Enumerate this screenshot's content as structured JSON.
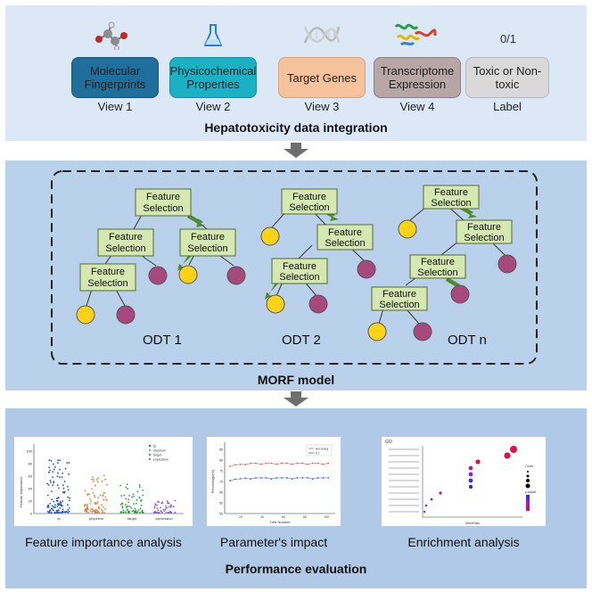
{
  "views": [
    {
      "icon": "molecule-icon",
      "title": "Molecular Fingerprints",
      "label": "View 1",
      "color": "#1f6f9c"
    },
    {
      "icon": "flask-icon",
      "title": "Physicochemical Properties",
      "label": "View 2",
      "color": "#1ab1c4"
    },
    {
      "icon": "dna-icon",
      "title": "Target Genes",
      "label": "View 3",
      "color": "#f7c39c"
    },
    {
      "icon": "protein-icon",
      "title": "Transcriptome Expression",
      "label": "View 4",
      "color": "#b8a5a5"
    },
    {
      "icon_text": "0/1",
      "title": "Toxic or Non-toxic",
      "label": "Label",
      "color": "#d9d9d9"
    }
  ],
  "sections": {
    "integration_title": "Hepatotoxicity data integration",
    "model_title": "MORF model",
    "evaluation_title": "Performance evaluation"
  },
  "forest": {
    "node_label_line1": "Feature",
    "node_label_line2": "Selection",
    "trees": [
      "ODT 1",
      "ODT 2",
      "ODT n"
    ]
  },
  "thumbnails": [
    {
      "caption": "Feature importance analysis",
      "ylabel": "Feature Importance",
      "categories": [
        "fp",
        "phychem",
        "target",
        "expression"
      ],
      "legend": [
        "fp",
        "phychem",
        "target",
        "expression"
      ],
      "colors": [
        "#1f4fbf",
        "#e0803a",
        "#2e9c3a",
        "#8a5bc0"
      ],
      "yticks": [
        "0",
        "20",
        "40",
        "60",
        "80",
        "100"
      ]
    },
    {
      "caption": "Parameter's impact",
      "xlabel": "Tree Number",
      "ylabel": "Percentage(%)",
      "legend": [
        "Accuracy",
        "F1"
      ],
      "xticks": [
        "20",
        "40",
        "60",
        "80",
        "100"
      ],
      "yticks": [
        "55",
        "60",
        "65",
        "70",
        "75",
        "80",
        "85"
      ]
    },
    {
      "caption": "Enrichment analysis",
      "title": "GO",
      "xlabel": "GeneRatio",
      "legend_title": "Count",
      "color_title": "p.adjust"
    }
  ]
}
